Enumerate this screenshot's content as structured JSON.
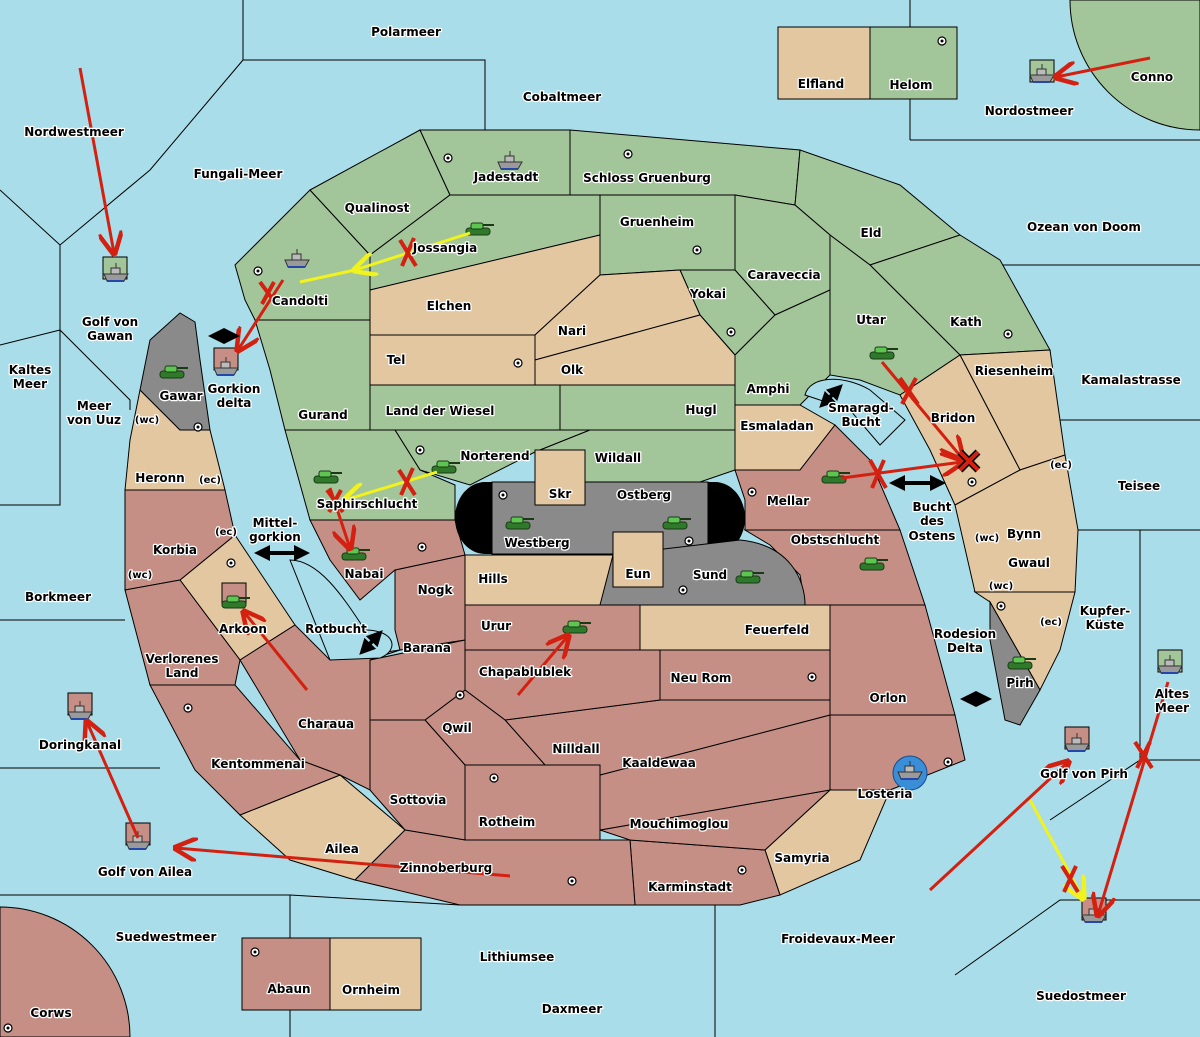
{
  "colors": {
    "sea": "#a9dde9",
    "green_power": "#a3c59a",
    "tan_power": "#e3c7a0",
    "pink_power": "#c58f86",
    "neutral_gray": "#8a8a8a",
    "order_move": "#d42010",
    "order_support": "#f2f21c"
  },
  "labels": {
    "polarmeer": "Polarmeer",
    "cobaltmeer": "Cobaltmeer",
    "elfland": "Elfland",
    "helom": "Helom",
    "nordostmeer": "Nordostmeer",
    "conno": "Conno",
    "nordwestmeer": "Nordwestmeer",
    "fungali_meer": "Fungali-Meer",
    "jadestadt": "Jadestadt",
    "schloss_gruenburg": "Schloss Gruenburg",
    "qualinost": "Qualinost",
    "gruenheim": "Gruenheim",
    "ozean_von_doom": "Ozean von Doom",
    "eld": "Eld",
    "jossangia": "Jossangia",
    "caraveccia": "Caraveccia",
    "yokai": "Yokai",
    "candolti": "Candolti",
    "elchen": "Elchen",
    "golf_von_gawan": [
      "Golf von",
      "Gawan"
    ],
    "utar": "Utar",
    "kath": "Kath",
    "nari": "Nari",
    "tel": "Tel",
    "olk": "Olk",
    "kaltes_meer": [
      "Kaltes",
      "Meer"
    ],
    "riesenheim": "Riesenheim",
    "kamalastrasse": "Kamalastrasse",
    "amphi": "Amphi",
    "gawar": "Gawar",
    "gorkion_delta": [
      "Gorkion",
      "delta"
    ],
    "meer_von_uuz": [
      "Meer",
      "von Uuz"
    ],
    "smaragd_bucht": [
      "Smaragd-",
      "Bucht"
    ],
    "gurand": "Gurand",
    "land_der_wiesel": "Land der Wiesel",
    "hugl": "Hugl",
    "bridon": "Bridon",
    "esmaladan": "Esmaladan",
    "norterend": "Norterend",
    "wildall": "Wildall",
    "teisee": "Teisee",
    "heronn": "Heronn",
    "skr": "Skr",
    "ostberg": "Ostberg",
    "mellar": "Mellar",
    "saphirschlucht": "Saphirschlucht",
    "bucht_des_ostens": [
      "Bucht",
      "des",
      "Ostens"
    ],
    "mittelgorkion": [
      "Mittel-",
      "gorkion"
    ],
    "bynn": "Bynn",
    "obstschlucht": "Obstschlucht",
    "westberg": "Westberg",
    "korbia": "Korbia",
    "gwaul": "Gwaul",
    "nabai": "Nabai",
    "eun": "Eun",
    "sund": "Sund",
    "hills": "Hills",
    "nogk": "Nogk",
    "borkmeer": "Borkmeer",
    "kupfer_kueste": [
      "Kupfer-",
      "Küste"
    ],
    "urur": "Urur",
    "rotbucht": "Rotbucht",
    "arkoon": "Arkoon",
    "feuerfeld": "Feuerfeld",
    "rodesion_delta": [
      "Rodesion",
      "Delta"
    ],
    "barana": "Barana",
    "verlorenes_land": [
      "Verlorenes",
      "Land"
    ],
    "chapablublek": "Chapablublek",
    "neu_rom": "Neu Rom",
    "pirh": "Pirh",
    "orlon": "Orlon",
    "altes_meer": [
      "Altes",
      "Meer"
    ],
    "charaua": "Charaua",
    "qwil": "Qwil",
    "doringkanal": "Doringkanal",
    "nilldall": "Nilldall",
    "kaaldewaa": "Kaaldewaa",
    "kentommenai": "Kentommenai",
    "golf_von_pirh": "Golf von Pirh",
    "losteria": "Losteria",
    "sottovia": "Sottovia",
    "rotheim": "Rotheim",
    "mouchimoglou": "Mouchimoglou",
    "ailea": "Ailea",
    "samyria": "Samyria",
    "zinnoberburg": "Zinnoberburg",
    "golf_von_ailea": "Golf von Ailea",
    "karminstadt": "Karminstadt",
    "suedwestmeer": "Suedwestmeer",
    "froidevaux_meer": "Froidevaux-Meer",
    "lithiumsee": "Lithiumsee",
    "abaun": "Abaun",
    "ornheim": "Ornheim",
    "suedostmeer": "Suedostmeer",
    "daxmeer": "Daxmeer",
    "corws": "Corws"
  },
  "coasts": {
    "wc": "(wc)",
    "ec": "(ec)"
  },
  "units": [
    {
      "type": "fleet",
      "location": "Nordostmeer"
    },
    {
      "type": "fleet",
      "location": "Jadestadt"
    },
    {
      "type": "fleet",
      "location": "Golf von Gawan"
    },
    {
      "type": "fleet",
      "location": "Candolti"
    },
    {
      "type": "fleet",
      "location": "Gorkion delta"
    },
    {
      "type": "fleet",
      "location": "Doringkanal"
    },
    {
      "type": "fleet",
      "location": "Golf von Ailea"
    },
    {
      "type": "fleet",
      "location": "Altes Meer"
    },
    {
      "type": "fleet",
      "location": "Golf von Pirh"
    },
    {
      "type": "fleet",
      "location": "Suedostmeer"
    },
    {
      "type": "fleet",
      "location": "Losteria"
    },
    {
      "type": "army",
      "location": "Jossangia"
    },
    {
      "type": "army",
      "location": "Gawar"
    },
    {
      "type": "army",
      "location": "Saphirschlucht"
    },
    {
      "type": "army",
      "location": "Norterend"
    },
    {
      "type": "army",
      "location": "Nabai"
    },
    {
      "type": "army",
      "location": "Arkoon"
    },
    {
      "type": "army",
      "location": "Westberg"
    },
    {
      "type": "army",
      "location": "Ostberg"
    },
    {
      "type": "army",
      "location": "Sund"
    },
    {
      "type": "army",
      "location": "Urur"
    },
    {
      "type": "army",
      "location": "Utar"
    },
    {
      "type": "army",
      "location": "Mellar"
    },
    {
      "type": "army",
      "location": "Obstschlucht"
    },
    {
      "type": "army",
      "location": "Pirh"
    }
  ]
}
